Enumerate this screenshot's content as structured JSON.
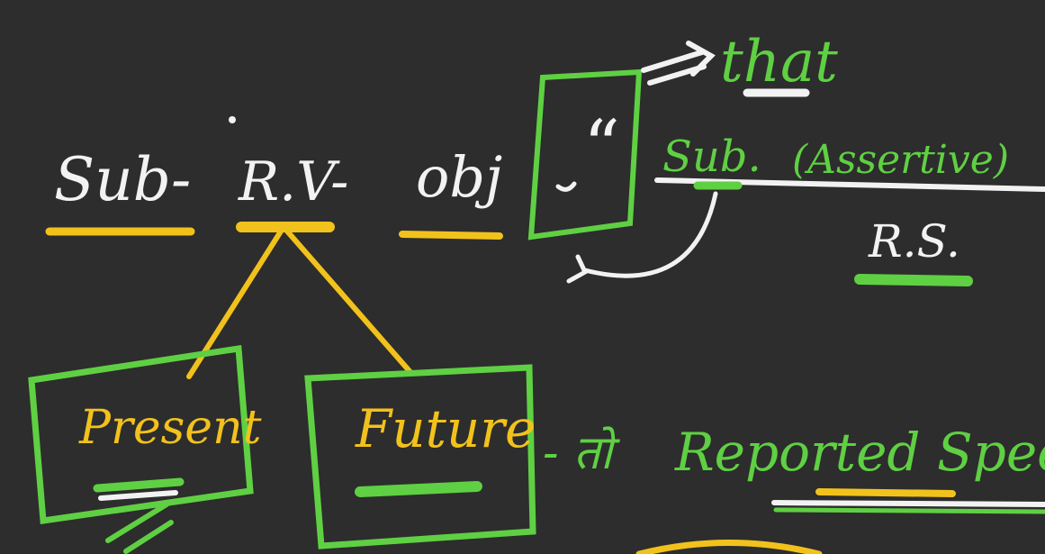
{
  "board": {
    "colors": {
      "background": "#2d2d2d",
      "chalk_white": "#f2f2f2",
      "chalk_green": "#5fd043",
      "chalk_yellow": "#f2c21c"
    },
    "words": {
      "sub": "Sub-",
      "rv": "R.V-",
      "obj": "obj",
      "open_quote": "“",
      "that": "that",
      "sub_green": "Sub.",
      "assertive": "(Assertive)",
      "rs": "R.S.",
      "present": "Present",
      "future": "Future",
      "arrow_text": "- तो",
      "reported_speech": "Reported Speech"
    }
  }
}
